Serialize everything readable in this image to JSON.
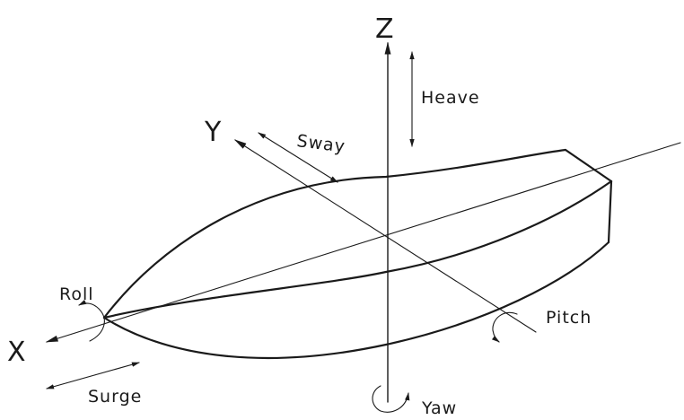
{
  "diagram": {
    "axes": {
      "x_label": "X",
      "y_label": "Y",
      "z_label": "Z"
    },
    "motions": {
      "heave": "Heave",
      "sway": "Sway",
      "surge": "Surge",
      "roll": "Roll",
      "pitch": "Pitch",
      "yaw": "Yaw"
    }
  }
}
